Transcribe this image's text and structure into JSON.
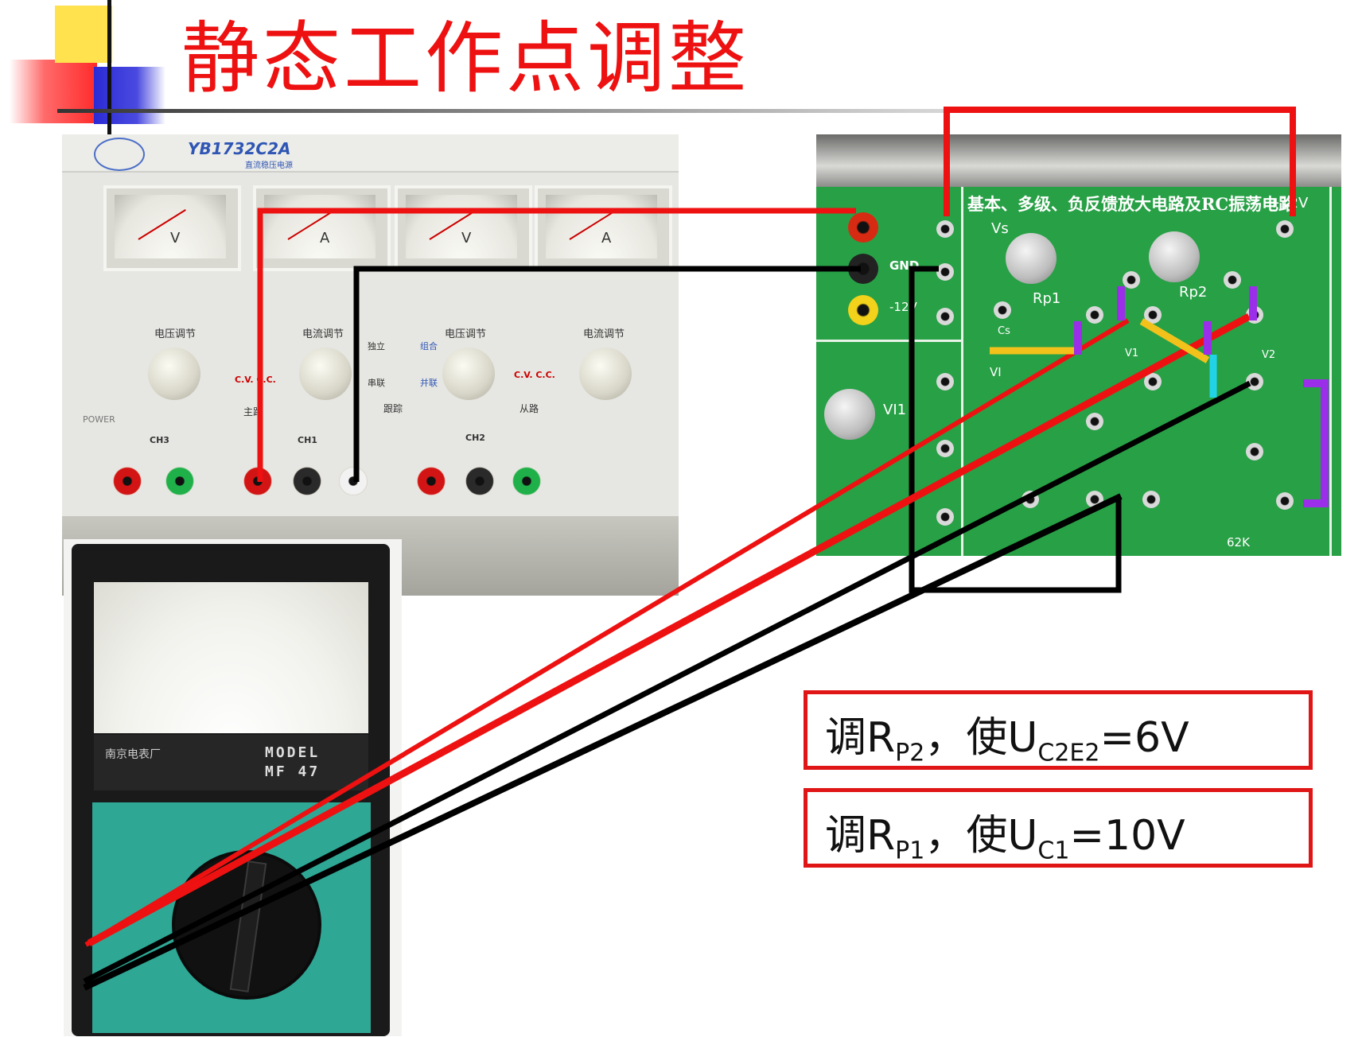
{
  "slide": {
    "title": "静态工作点调整"
  },
  "power_supply": {
    "model": "YB1732C2A",
    "subtitle": "直流稳压电源",
    "meter_units": [
      "V",
      "A",
      "V",
      "A"
    ],
    "knob_labels": [
      "电压调节",
      "电流调节",
      "电压调节",
      "电流调节"
    ],
    "mode_labels": [
      "独立",
      "串联",
      "组合",
      "并联",
      "跟踪"
    ],
    "channel_labels": [
      "CH3",
      "CH1",
      "CH2"
    ],
    "cv_cc": "C.V. C.C.",
    "main_label": "主路",
    "slave_label": "从路",
    "power_label": "POWER"
  },
  "multimeter": {
    "brand": "南京电表厂",
    "model_label": "MODEL",
    "model_value": "MF 47"
  },
  "board": {
    "title": "基本、多级、负反馈放大电路及RC振荡电路",
    "supply_label": "+12V",
    "gnd_label": "GND",
    "neg_label": "-12V",
    "labels": [
      "Vs",
      "Rp1",
      "Rp2",
      "Cs",
      "VI",
      "V1",
      "V2",
      "VI1",
      "62K"
    ]
  },
  "notes": [
    {
      "prefix": "调R",
      "sub1": "P2",
      "mid": "，使U",
      "sub2": "C2E2",
      "suffix": "=6V"
    },
    {
      "prefix": "调R",
      "sub1": "P1",
      "mid": "，使U",
      "sub2": "C1",
      "suffix": "=10V"
    }
  ],
  "colors": {
    "title": "#ee1111",
    "wire_red": "#ee1111",
    "wire_black": "#000000",
    "box_border": "#e01616",
    "marker_purple": "#9b2ee8",
    "marker_yellow": "#f2c21b",
    "marker_cyan": "#22d3e8"
  }
}
